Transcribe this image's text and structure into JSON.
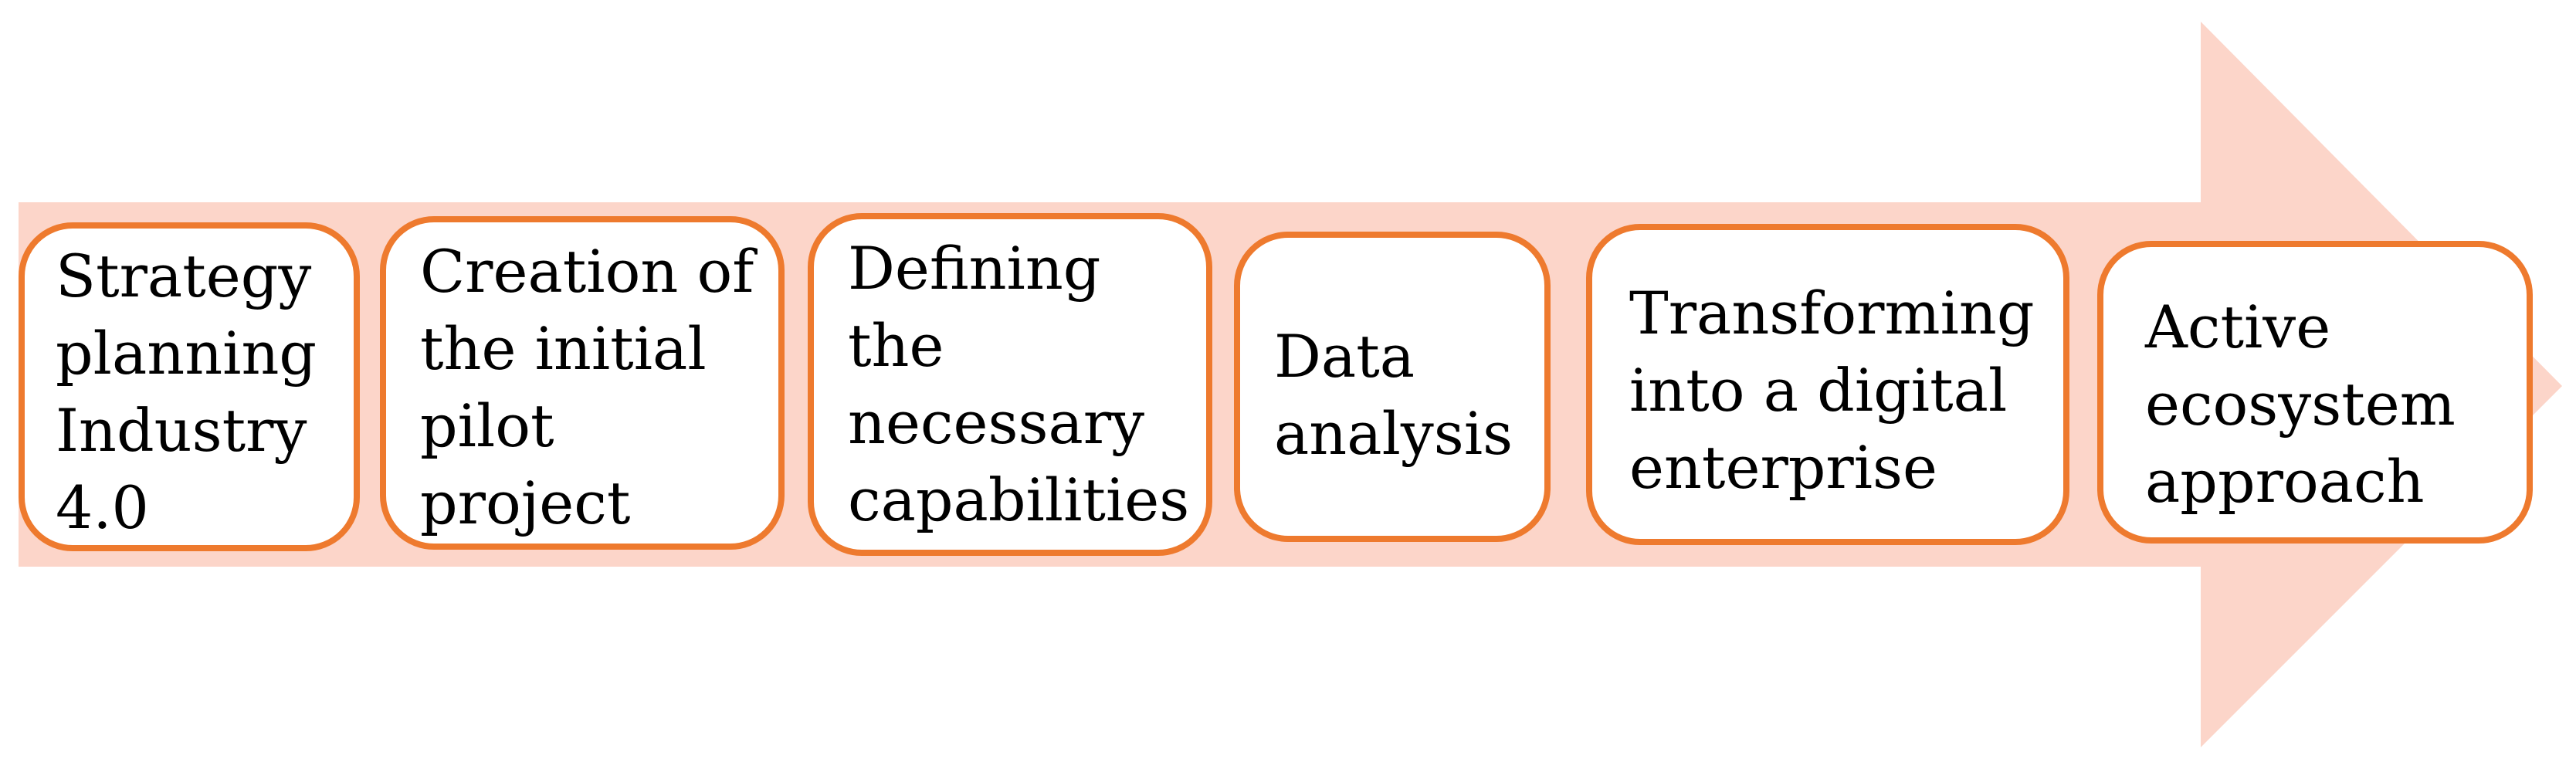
{
  "colors": {
    "arrow_fill": "#fcd5c9",
    "box_border": "#ee7a2e",
    "box_fill": "#ffffff",
    "text": "#000000"
  },
  "steps": [
    {
      "id": "s1",
      "name": "step-strategy-planning",
      "text": "Strategy\nplanning\nIndustry\n4.0"
    },
    {
      "id": "s2",
      "name": "step-initial-pilot-project",
      "text": "Creation of\nthe initial\npilot\nproject"
    },
    {
      "id": "s3",
      "name": "step-defining-capabilities",
      "text": "Defining\nthe\nnecessary\ncapabilities"
    },
    {
      "id": "s4",
      "name": "step-data-analysis",
      "text": "Data\nanalysis"
    },
    {
      "id": "s5",
      "name": "step-digital-enterprise",
      "text": "Transforming\ninto a digital\nenterprise"
    },
    {
      "id": "s6",
      "name": "step-active-ecosystem",
      "text": "Active\necosystem\napproach"
    }
  ]
}
